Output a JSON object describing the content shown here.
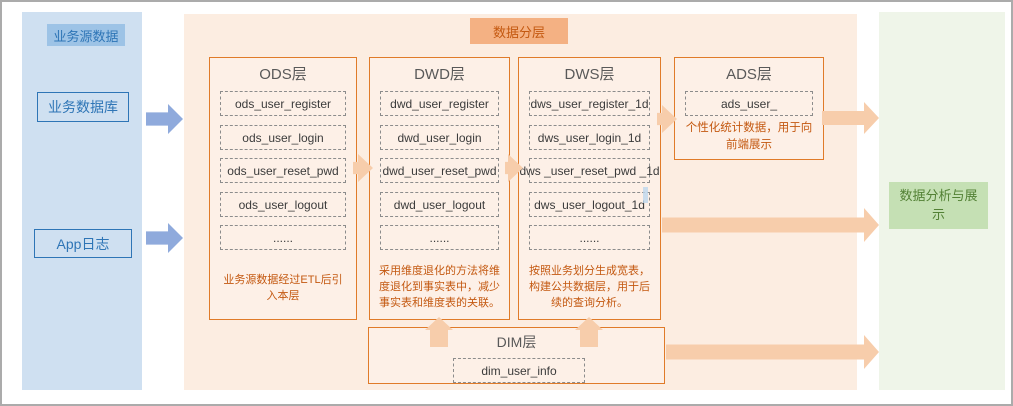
{
  "diagram_title": "数据分层",
  "source_panel": {
    "title": "业务源数据",
    "sources": [
      {
        "label": "业务数据库"
      },
      {
        "label": "App日志"
      }
    ]
  },
  "layers": {
    "columns": [
      {
        "title": "ODS层",
        "tables": [
          "ods_user_register",
          "ods_user_login",
          "ods_user_reset_pwd",
          "ods_user_logout",
          "......"
        ],
        "description": "业务源数据经过ETL后引入本层"
      },
      {
        "title": "DWD层",
        "tables": [
          "dwd_user_register",
          "dwd_user_login",
          "dwd_user_reset_pwd",
          "dwd_user_logout",
          "......"
        ],
        "description": "采用维度退化的方法将维度退化到事实表中，减少事实表和维度表的关联。"
      },
      {
        "title": "DWS层",
        "tables": [
          "dws_user_register_1d",
          "dws_user_login_1d",
          "dws _user_reset_pwd _1d",
          "dws_user_logout_1d",
          "......"
        ],
        "description": "按照业务划分生成宽表，构建公共数据层，用于后续的查询分析。"
      },
      {
        "title": "ADS层",
        "tables": [
          "ads_user_"
        ],
        "description": "个性化统计数据，用于向前端展示"
      }
    ],
    "dim_layer": {
      "title": "DIM层",
      "tables": [
        "dim_user_info"
      ]
    }
  },
  "output_panel": {
    "title": "数据分析与展示"
  },
  "icons": {
    "flow_arrow_right": "block right arrow",
    "flow_arrow_up": "block up arrow"
  },
  "colors": {
    "source_panel_bg": "#cfe0f1",
    "source_header_bg": "#9dc3e6",
    "source_accent": "#2e75b6",
    "blue_arrow": "#8faadc",
    "layers_panel_bg": "#fcede1",
    "layers_header_bg": "#f4b183",
    "orange_accent": "#c45911",
    "column_border": "#e07b29",
    "orange_arrow": "#f7cdab",
    "output_panel_bg": "#eff5e9",
    "output_box_bg": "#c5e0b4",
    "output_accent": "#538135"
  }
}
